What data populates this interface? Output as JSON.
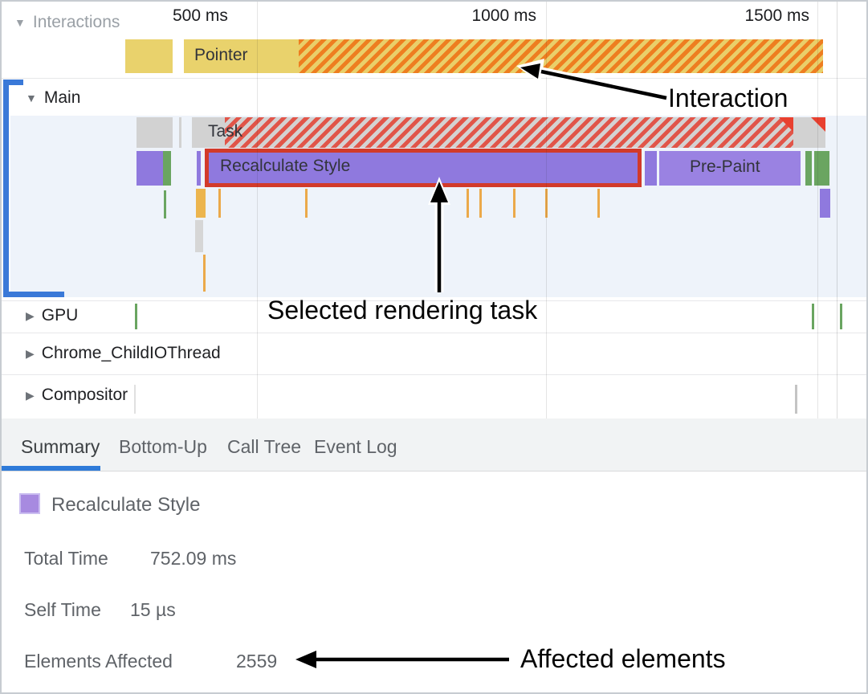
{
  "header": {
    "ruler_labels": [
      "500 ms",
      "1000 ms",
      "1500 ms"
    ]
  },
  "tracks": {
    "interactions": {
      "label": "Interactions"
    },
    "main": {
      "label": "Main"
    },
    "gpu": {
      "label": "GPU"
    },
    "child_io": {
      "label": "Chrome_ChildIOThread"
    },
    "compositor": {
      "label": "Compositor"
    }
  },
  "events": {
    "pointer": "Pointer",
    "task": "Task",
    "recalculate_style": "Recalculate Style",
    "pre_paint": "Pre-Paint"
  },
  "tabs": {
    "summary": "Summary",
    "bottom_up": "Bottom-Up",
    "call_tree": "Call Tree",
    "event_log": "Event Log"
  },
  "summary": {
    "title": "Recalculate Style",
    "total_time_label": "Total Time",
    "total_time_value": "752.09 ms",
    "self_time_label": "Self Time",
    "self_time_value": "15 µs",
    "elements_label": "Elements Affected",
    "elements_value": "2559"
  },
  "annotations": {
    "interaction": "Interaction",
    "selected": "Selected rendering task",
    "affected": "Affected elements"
  },
  "colors": {
    "event_purple": "#8f79de",
    "event_green": "#6aa561",
    "interaction_yellow": "#e9d26c",
    "hatch_orange": "#ee7e20",
    "hatch_red": "#e15549",
    "task_gray": "#d2d2d2",
    "orange_tick": "#eba94a",
    "selection_red": "#d23a2a",
    "accent_blue": "#2f7bd9",
    "long_task_red": "#e8402f"
  }
}
